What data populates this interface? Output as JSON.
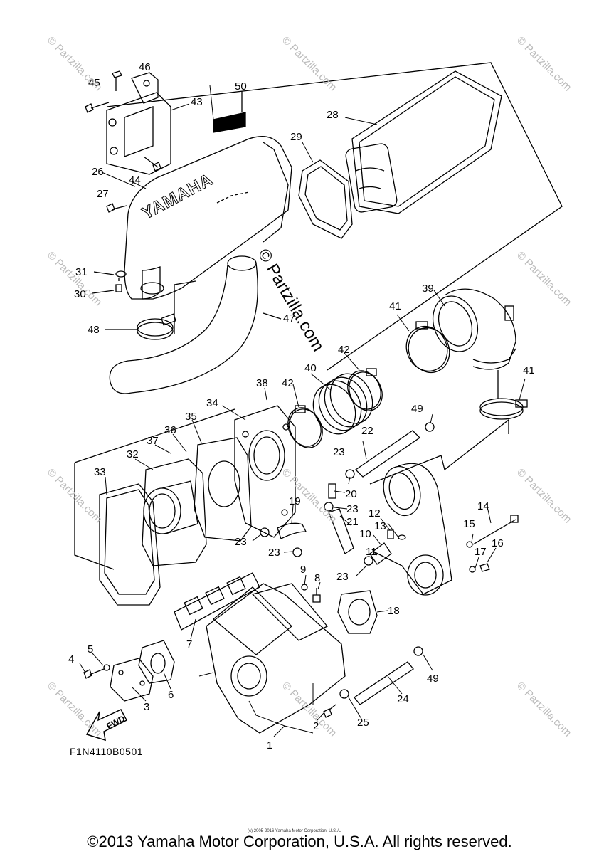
{
  "diagram": {
    "diagram_code": "F1N4110B0501",
    "fwd_label": "FWD",
    "brand_mark": "YAMAHA",
    "center_watermark": "© Partzilla.com",
    "tile_watermark": "© Partzilla.com",
    "small_copyright": "(c) 2005-2016 Yamaha Motor Corporation, U.S.A.",
    "copyright": "©2013 Yamaha Motor Corporation, U.S.A. All rights reserved.",
    "callouts": [
      "1",
      "2",
      "3",
      "4",
      "5",
      "6",
      "7",
      "8",
      "9",
      "10",
      "11",
      "12",
      "13",
      "14",
      "15",
      "16",
      "17",
      "18",
      "19",
      "20",
      "21",
      "22",
      "23",
      "23",
      "23",
      "23",
      "23",
      "23",
      "24",
      "25",
      "26",
      "27",
      "28",
      "29",
      "30",
      "31",
      "32",
      "33",
      "34",
      "35",
      "36",
      "37",
      "38",
      "39",
      "40",
      "41",
      "41",
      "42",
      "42",
      "43",
      "44",
      "45",
      "46",
      "47",
      "48",
      "49",
      "49",
      "50"
    ]
  }
}
